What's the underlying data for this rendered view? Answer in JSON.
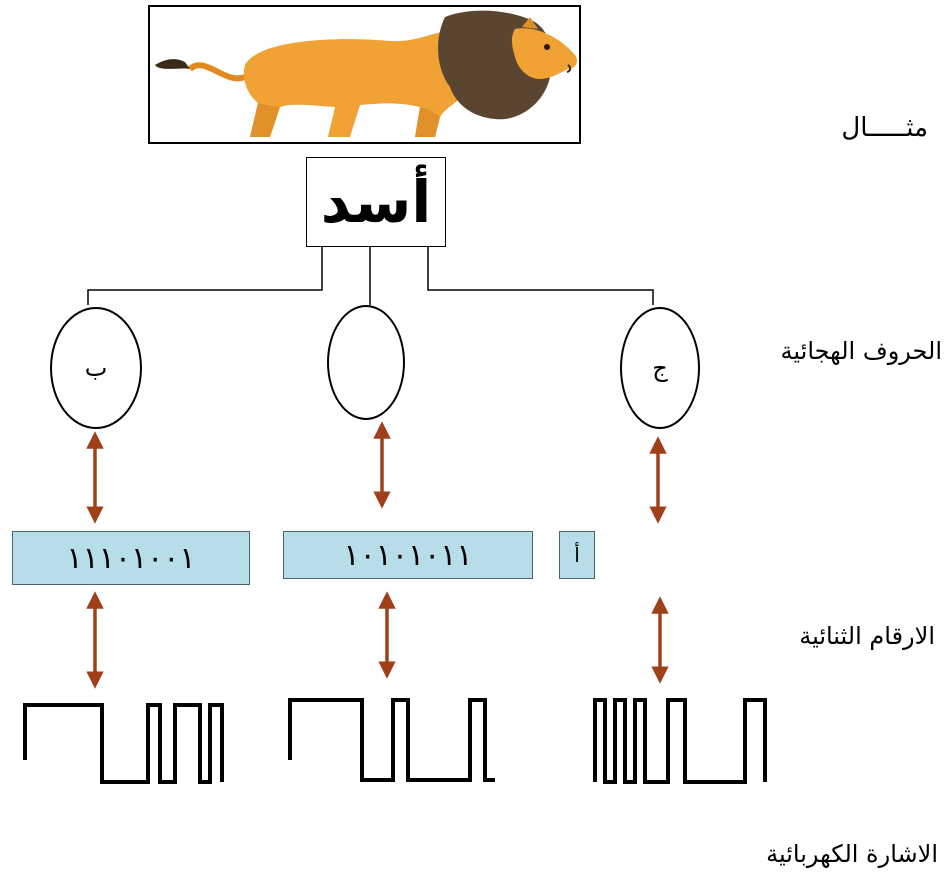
{
  "labels": {
    "example": "مثـــــال",
    "letters": "الحروف الهجائية",
    "binary": "الارقام الثنائية",
    "signal": "الاشارة الكهربائية"
  },
  "word": "أسد",
  "letters": [
    "ب",
    "",
    "ج"
  ],
  "binary_codes": [
    "١١١٠١٠٠١",
    "١٠١٠١٠١١"
  ],
  "small_box": "أ",
  "colors": {
    "arrow": "#a0401a",
    "binary_box": "#b7dde8",
    "lion_body": "#f0a235",
    "lion_mane": "#5a4630"
  }
}
